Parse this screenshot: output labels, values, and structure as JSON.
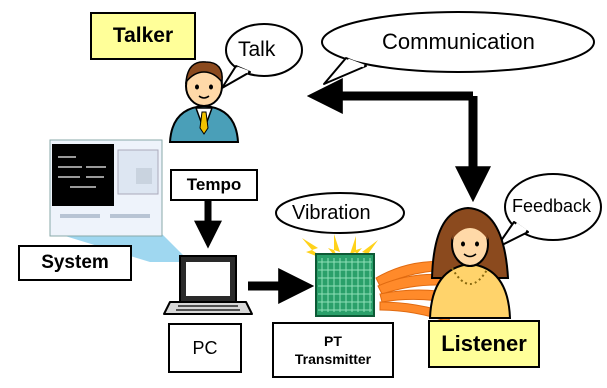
{
  "actors": {
    "talker": "Talker",
    "listener": "Listener"
  },
  "bubbles": {
    "talk": "Talk",
    "communication": "Communication",
    "vibration": "Vibration",
    "feedback": "Feedback"
  },
  "labels": {
    "tempo": "Tempo",
    "system": "System",
    "pc": "PC",
    "pt_line1": "PT",
    "pt_line2": "Transmitter"
  },
  "colors": {
    "label_fill": "#ffff99",
    "suit": "#4a9fb8",
    "hair_talker": "#8b4a1e",
    "hair_listener": "#8b4a1e",
    "listener_shirt": "#ffd36b",
    "wave": "#ff8a2a",
    "transmitter": "#2aa06a",
    "spark": "#ffd21a"
  }
}
